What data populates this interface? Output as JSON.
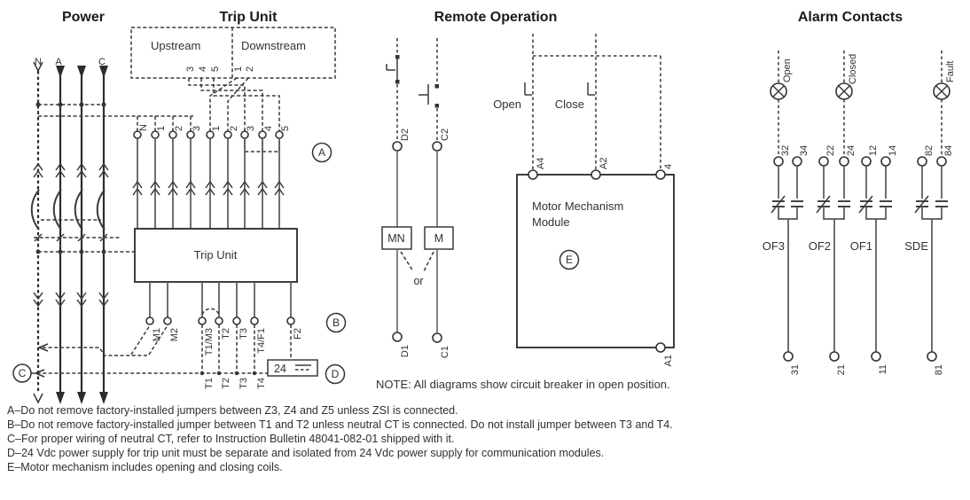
{
  "colors": {
    "ink": "#333333",
    "text": "#2f3237"
  },
  "sections": {
    "power": {
      "title": "Power",
      "phase_labels": [
        "N",
        "A",
        "C"
      ]
    },
    "trip_unit": {
      "title": "Trip Unit",
      "zsi": {
        "upstream_label": "Upstream",
        "downstream_label": "Downstream",
        "upstream_pins": [
          "3",
          "4",
          "5"
        ],
        "downstream_pins": [
          "1",
          "2"
        ]
      },
      "top_terminals": [
        "N",
        "1",
        "2",
        "3",
        "1",
        "2",
        "3",
        "4",
        "5"
      ],
      "box_label": "Trip Unit",
      "bottom_terminals": [
        "M1",
        "M2",
        "T1/M3",
        "T2",
        "T3",
        "T4/F1",
        "F2"
      ],
      "neutral_ct_terminals": [
        "T1",
        "T2",
        "T3",
        "T4"
      ],
      "power_supply_label": "24"
    },
    "remote": {
      "title": "Remote Operation",
      "terminals": {
        "d2": "D2",
        "c2": "C2",
        "d1": "D1",
        "c1": "C1",
        "a4": "A4",
        "a2": "A2",
        "t4": "4",
        "a1": "A1"
      },
      "coils": {
        "mn": "MN",
        "m": "M"
      },
      "or_label": "or",
      "buttons": {
        "open": "Open",
        "close": "Close"
      },
      "module_label_line1": "Motor Mechanism",
      "module_label_line2": "Module"
    },
    "alarm": {
      "title": "Alarm Contacts",
      "lamps": [
        "Open",
        "Closed",
        "Fault"
      ],
      "top_terminals": [
        "32",
        "34",
        "22",
        "24",
        "12",
        "14",
        "82",
        "84"
      ],
      "groups": [
        "OF3",
        "OF2",
        "OF1",
        "SDE"
      ],
      "bottom_terminals": [
        "31",
        "21",
        "11",
        "81"
      ]
    }
  },
  "callouts": {
    "a": "A",
    "b": "B",
    "c": "C",
    "d": "D",
    "e": "E"
  },
  "note": "NOTE: All diagrams show circuit breaker in open position.",
  "footnotes": [
    "A–Do not remove factory-installed jumpers between Z3, Z4 and Z5 unless ZSI is connected.",
    "B–Do not remove factory-installed jumper between T1 and T2 unless neutral CT is connected. Do not install jumper between T3 and T4.",
    "C–For proper wiring of neutral CT, refer to Instruction Bulletin 48041-082-01 shipped with it.",
    "D–24 Vdc power supply for trip unit must be separate and isolated from 24 Vdc power supply for communication modules.",
    "E–Motor mechanism includes opening and closing coils."
  ]
}
